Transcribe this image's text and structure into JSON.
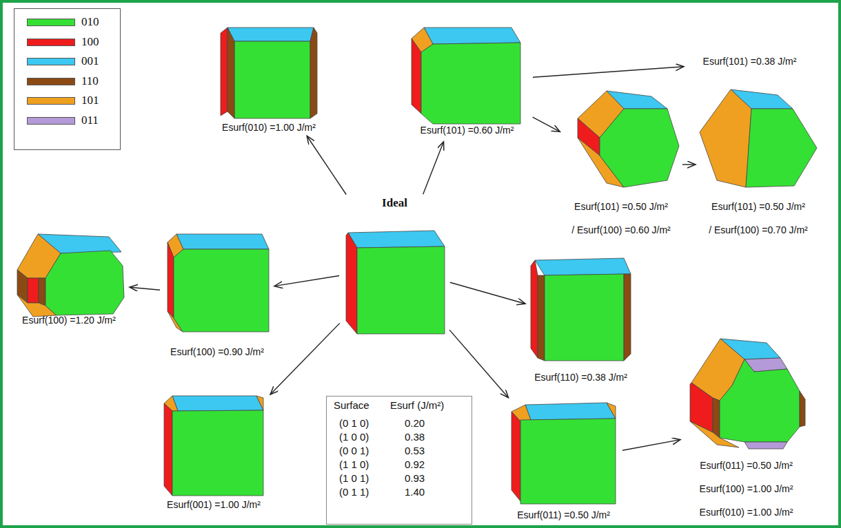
{
  "diagram": {
    "nodes": [
      {
        "text": [
          "Esurf(010) =1.00 J/m²"
        ]
      },
      {
        "text": [
          "Esurf(101) =0.60 J/m²"
        ]
      },
      {
        "text": [
          "Esurf(101) =0.38 J/m²"
        ]
      },
      {
        "text": [
          "Esurf(101) =0.50 J/m²",
          "/ Esurf(100) =0.60 J/m²"
        ]
      },
      {
        "text": [
          "Esurf(101) =0.50 J/m²",
          "/ Esurf(100) =0.70 J/m²"
        ]
      },
      {
        "text": [
          "Ideal"
        ]
      },
      {
        "text": [
          "Esurf(100) =1.20 J/m²"
        ]
      },
      {
        "text": [
          "Esurf(100) =0.90 J/m²"
        ]
      },
      {
        "text": [
          "Esurf(110) =0.38 J/m²"
        ]
      },
      {
        "text": [
          "Esurf(011) =0.50 J/m²",
          "Esurf(100) =1.00 J/m²",
          "Esurf(010) =1.00 J/m²"
        ]
      },
      {
        "text": [
          "Esurf(001) =1.00 J/m²"
        ]
      },
      {
        "text": [
          "Surface",
          "Esurf (J/m²)",
          "(0 1 0)",
          "0.20",
          "(1 0 0)",
          "0.38",
          "(0 0 1)",
          "0.53",
          "(1 1 0)",
          "0.92",
          "(1 0 1)",
          "0.93",
          "(0 1 1)",
          "1.40"
        ]
      },
      {
        "text": [
          "Esurf(011) =0.50 J/m²"
        ]
      }
    ],
    "edges": [
      {
        "from": 5,
        "to": 0,
        "arrow": "to"
      },
      {
        "from": 5,
        "to": 1,
        "arrow": "to"
      },
      {
        "from": 1,
        "to": 2,
        "arrow": "to"
      },
      {
        "from": 1,
        "to": 3,
        "arrow": "to"
      },
      {
        "from": 3,
        "to": 4,
        "arrow": "to"
      },
      {
        "from": 5,
        "to": 7,
        "arrow": "to"
      },
      {
        "from": 7,
        "to": 6,
        "arrow": "to"
      },
      {
        "from": 5,
        "to": 8,
        "arrow": "to"
      },
      {
        "from": 5,
        "to": 10,
        "arrow": "to"
      },
      {
        "from": 5,
        "to": 12,
        "arrow": "to"
      },
      {
        "from": 12,
        "to": 9,
        "arrow": "to"
      }
    ],
    "legend": [
      {
        "text": "010",
        "color": "#35e035"
      },
      {
        "text": "100",
        "color": "#ee1c1c"
      },
      {
        "text": "001",
        "color": "#3cc8f0"
      },
      {
        "text": "110",
        "color": "#8b4a14"
      },
      {
        "text": "101",
        "color": "#f0a020"
      },
      {
        "text": "011",
        "color": "#b49ad8"
      }
    ]
  }
}
